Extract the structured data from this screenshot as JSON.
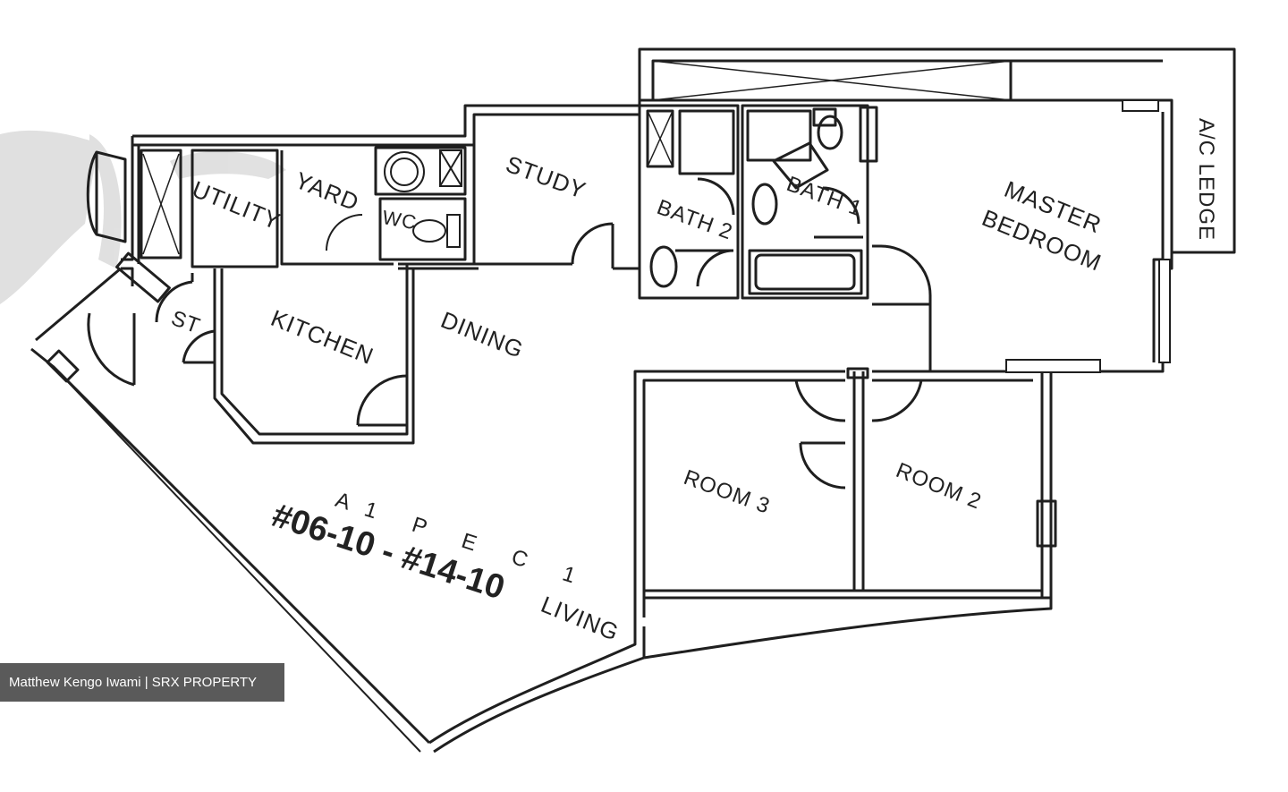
{
  "plan": {
    "rooms": {
      "utility": "UTILITY",
      "yard": "YARD",
      "wc": "WC",
      "study": "STUDY",
      "bath2": "BATH 2",
      "bath1": "BATH 1",
      "master_line1": "MASTER",
      "master_line2": "BEDROOM",
      "ac_ledge": "A/C LEDGE",
      "st": "ST",
      "kitchen": "KITCHEN",
      "dining": "DINING",
      "room3": "ROOM 3",
      "room2": "ROOM 2",
      "living": "LIVING"
    },
    "type_label": "A1 P E C 1",
    "unit_range": "#06-10 - #14-10"
  },
  "caption": "Matthew Kengo Iwami | SRX PROPERTY",
  "colors": {
    "wall": "#1f1f1f",
    "shadow": "#c8c8c8",
    "paper": "#ffffff",
    "caption_bg": "#5a5a5a"
  }
}
